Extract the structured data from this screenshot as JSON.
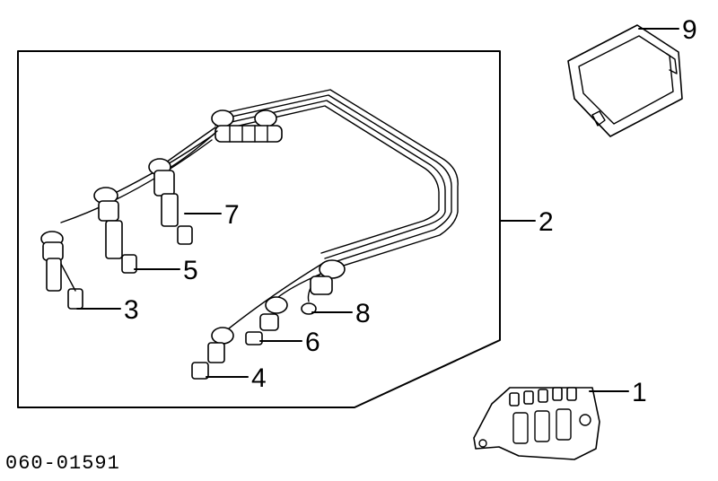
{
  "diagram": {
    "callouts": {
      "c1": "1",
      "c2": "2",
      "c3": "3",
      "c4": "4",
      "c5": "5",
      "c6": "6",
      "c7": "7",
      "c8": "8",
      "c9": "9"
    },
    "drawing_number": "060-01591"
  }
}
